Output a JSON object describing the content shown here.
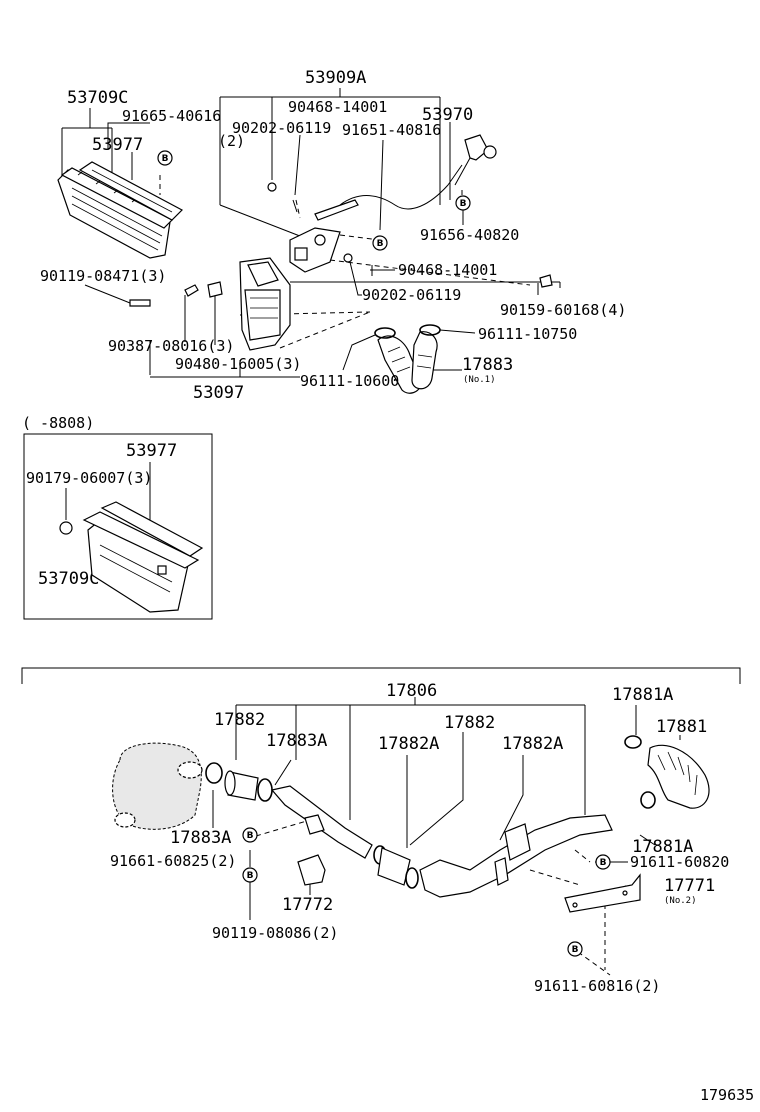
{
  "upper": {
    "p53909A": "53909A",
    "p53709C": "53709C",
    "p91665_40616": "91665-40616",
    "p91665_qty": "(2)",
    "p90468_14001_top": "90468-14001",
    "p53970": "53970",
    "p90202_06119_top": "90202-06119",
    "p91651_40816": "91651-40816",
    "p53977": "53977",
    "p91656_40820": "91656-40820",
    "p90119_08471": "90119-08471(3)",
    "p90468_14001_mid": "90468-14001",
    "p90202_06119_mid": "90202-06119",
    "p90159_60168": "90159-60168(4)",
    "p96111_10750": "96111-10750",
    "p90387_08016": "90387-08016(3)",
    "p90480_16005": "90480-16005(3)",
    "p17883": "17883",
    "p17883_no": "(No.1)",
    "p96111_10600": "96111-10600",
    "p53097": "53097"
  },
  "inset": {
    "range": "(     -8808)",
    "p53977": "53977",
    "p90179_06007": "90179-06007(3)",
    "p53709C": "53709C"
  },
  "lower": {
    "p17806": "17806",
    "p17881A_top": "17881A",
    "p17882_left": "17882",
    "p17882_mid": "17882",
    "p17883A_top": "17883A",
    "p17882A_a": "17882A",
    "p17882A_b": "17882A",
    "p17881": "17881",
    "p17883A_bot": "17883A",
    "p91661_60825": "91661-60825(2)",
    "p17881A_bot": "17881A",
    "p91611_60820": "91611-60820",
    "p17771": "17771",
    "p17771_no": "(No.2)",
    "p17772": "17772",
    "p90119_08086": "90119-08086(2)",
    "p91611_60816": "91611-60816(2)"
  },
  "marker_letter": "B",
  "figure_number": "179635"
}
